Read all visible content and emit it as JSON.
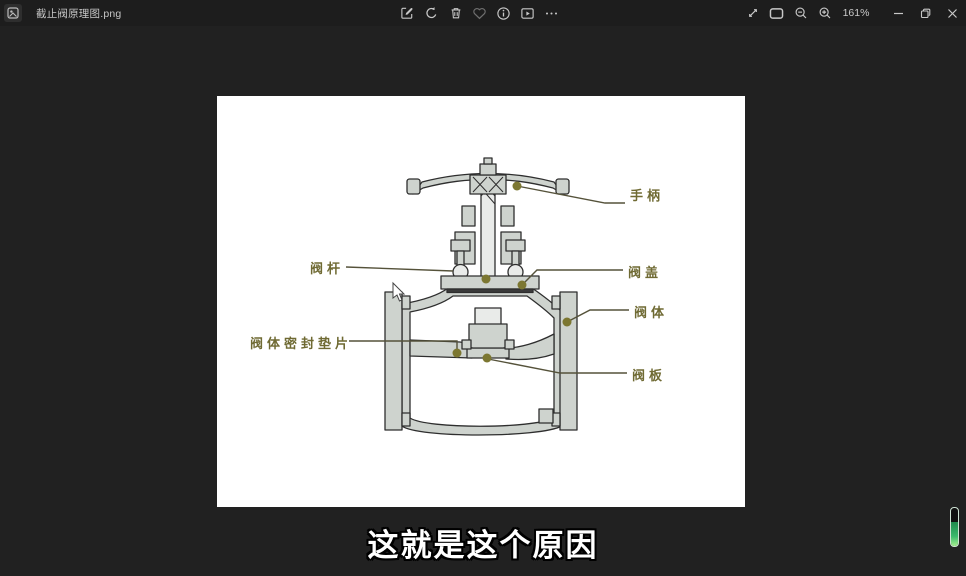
{
  "window": {
    "tab": {
      "title": "截止阀原理图.png"
    },
    "zoom_level": "161%"
  },
  "toolbar": {
    "icons": [
      "edit-image",
      "rotate",
      "delete",
      "favorite",
      "info",
      "slideshow",
      "more"
    ]
  },
  "viewer": {
    "subtitle": "这就是这个原因"
  },
  "diagram": {
    "labels": {
      "handle": "手柄",
      "stem": "阀杆",
      "bonnet": "阀盖",
      "body": "阀体",
      "gasket": "阀体密封垫片",
      "disc": "阀板"
    },
    "colors": {
      "label_text": "#6f6a33",
      "callout_dot": "#7c7731",
      "metal_fill": "#ced3ce",
      "outline": "#2e2e2e",
      "canvas": "#ffffff"
    }
  }
}
